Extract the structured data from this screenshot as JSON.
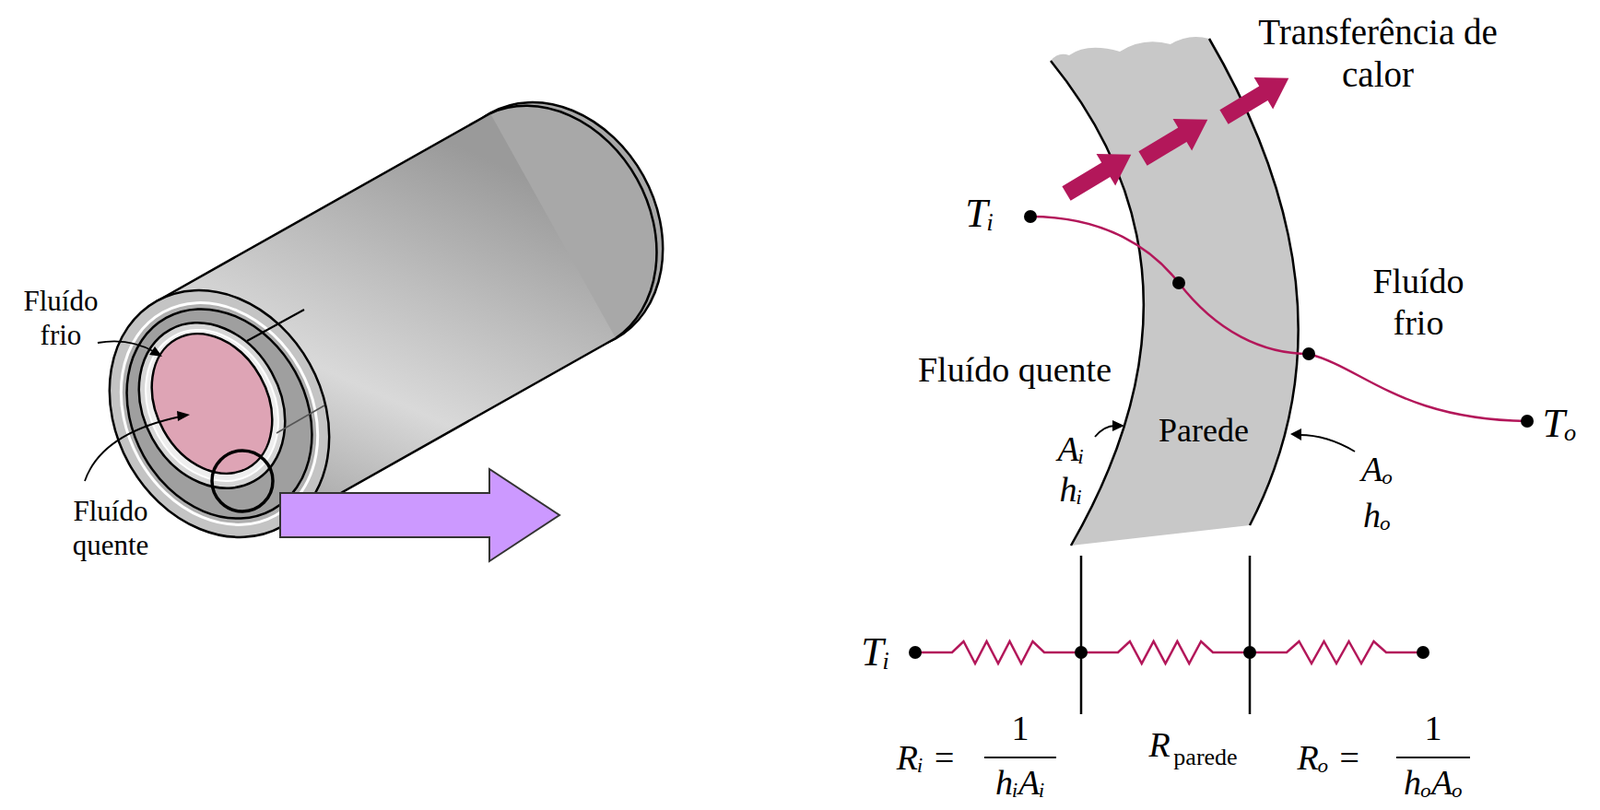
{
  "diagram": {
    "nodes": [
      {
        "text": [
          "Parede"
        ]
      }
    ],
    "labels": [
      "Transferência de calor",
      "Fluído frio",
      "Fluído quente",
      "Tᵢ",
      "Fluído frio",
      "Fluído quente",
      "Aᵢ",
      "hᵢ",
      "Aₒ",
      "hₒ",
      "Tₒ",
      "Tᵢ",
      "Rᵢ =",
      "1",
      "hᵢAᵢ",
      "R",
      "parede",
      "Rₒ =",
      "1",
      "hₒAₒ"
    ]
  }
}
